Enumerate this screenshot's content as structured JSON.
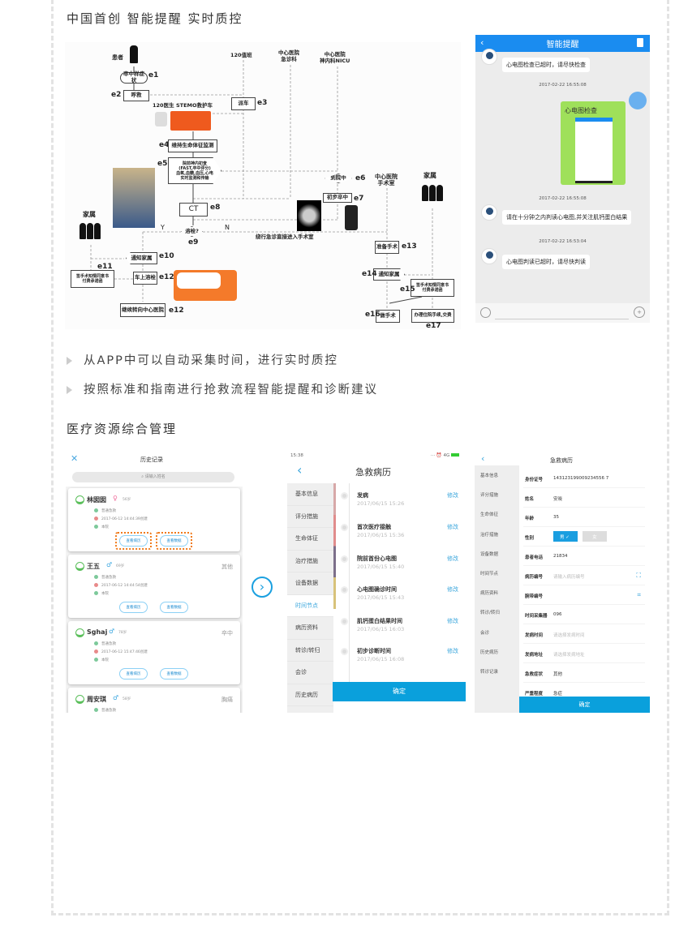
{
  "section1": {
    "title": "中国首创  智能提醒  实时质控"
  },
  "flowchart": {
    "patient": "患者",
    "symptom": "卒中样症状",
    "call": "呼救",
    "dispatch_desk": "120值班",
    "er": "中心医院\n急诊科",
    "nicu": "中心医院\n神内科NICU",
    "dispatch": "派车",
    "doctor": "120医生",
    "ambulance": "STEMO救护车",
    "monitor": "维持生命体征监测",
    "prehospital": "院前神内初查\n(FAST,卒中评分)\n血氧,血糖,血压,心电\n实时监测和传输",
    "arrive": "到院中",
    "initial": "初步卒中",
    "ct": "CT",
    "thrombolysis_q": "溶栓?",
    "yes": "Y",
    "no": "N",
    "bypass": "绕行急诊直接进入手术室",
    "or": "中心医院\n手术室",
    "family_left": "家属",
    "family_right": "家属",
    "notify_left": "通知家属",
    "consent_left": "签手术知情同意书\n付费承诺函",
    "onboard": "车上溶栓",
    "continue": "继续转向中心医院",
    "prepare": "准备手术",
    "notify_right": "通知家属",
    "consent_right": "签手术知情同意书\n付费承诺函",
    "surgery": "做手术",
    "admission": "办理住院手续,交费",
    "events": [
      "e1",
      "e2",
      "e3",
      "e4",
      "e5",
      "e6",
      "e7",
      "e8",
      "e9",
      "e10",
      "e11",
      "e12",
      "e13",
      "e14",
      "e15",
      "e16",
      "e17",
      "e12"
    ]
  },
  "chat": {
    "title": "智能提醒",
    "messages": [
      {
        "text": "心电图检查已超时，请尽快检查"
      },
      {
        "time": "2017-02-22 16:55:08",
        "text": "心电图检查",
        "self": true
      },
      {
        "time": "2017-02-22 16:55:08",
        "text": "请在十分钟之内判读心电图,并关注肌钙蛋白结果"
      },
      {
        "time": "2017-02-22 16:53:04",
        "text": "心电图判读已超时，请尽快判读"
      }
    ]
  },
  "bullets": [
    "从APP中可以自动采集时间，进行实时质控",
    "按照标准和指南进行抢救流程智能提醒和诊断建议"
  ],
  "section2": {
    "title": "医疗资源综合管理"
  },
  "history": {
    "title": "历史记录",
    "search_placeholder": "请输入姓名",
    "records": [
      {
        "name": "林囡囡",
        "gender": "♀",
        "age": "56岁",
        "type": "普通急救",
        "created": "2017-06-12 14:44:39创建",
        "hospital": "本院",
        "tag": "",
        "btn1": "查看病历",
        "btn2": "查看数据"
      },
      {
        "name": "王五",
        "gender": "♂",
        "age": "69岁",
        "type": "普通急救",
        "created": "2017-06-12 14:44:54创建",
        "hospital": "本院",
        "tag": "其他",
        "btn1": "查看病历",
        "btn2": "查看数据"
      },
      {
        "name": "Sghaj",
        "gender": "♂",
        "age": "78岁",
        "type": "普通急救",
        "created": "2017-06-12 15:47:46创建",
        "hospital": "本院",
        "tag": "卒中",
        "btn1": "查看病历",
        "btn2": "查看数据"
      },
      {
        "name": "周安琪",
        "gender": "♂",
        "age": "58岁",
        "type": "普通急救",
        "tag": "胸痛"
      }
    ]
  },
  "timeline": {
    "status_time": "15:38",
    "status_net": "4G",
    "title": "急救病历",
    "menu": [
      "基本信息",
      "评分措施",
      "生命体征",
      "治疗措施",
      "设备数据",
      "时间节点",
      "病历资料",
      "转诊/转归",
      "会诊",
      "历史病历"
    ],
    "active": "时间节点",
    "nodes": [
      {
        "title": "发病",
        "time": "2017/06/15 15:26",
        "edit": "修改"
      },
      {
        "title": "首次医疗接触",
        "time": "2017/06/15 15:36",
        "edit": "修改"
      },
      {
        "title": "院前首份心电图",
        "time": "2017/06/15  15:40",
        "edit": "修改"
      },
      {
        "title": "心电图确诊时间",
        "time": "2017/06/15 15:43",
        "edit": "修改"
      },
      {
        "title": "肌钙蛋白结果时间",
        "time": "2017/06/15 16:03",
        "edit": "修改"
      },
      {
        "title": "初步诊断时间",
        "time": "2017/06/15 16:08",
        "edit": "修改"
      }
    ],
    "confirm": "确定"
  },
  "record": {
    "title": "急救病历",
    "menu": [
      "基本信息",
      "评分措施",
      "生命体征",
      "治疗措施",
      "设备数据",
      "时间节点",
      "病历资料",
      "转诊/转归",
      "会诊",
      "历史病历",
      "转诊记录"
    ],
    "fields": [
      {
        "k": "身份证号",
        "v": "143123199009234556 7"
      },
      {
        "k": "姓名",
        "v": "安晓"
      },
      {
        "k": "年龄",
        "v": "35"
      },
      {
        "k": "性别",
        "male": "男",
        "female": "女"
      },
      {
        "k": "患者电话",
        "v": "21834"
      },
      {
        "k": "病历编号",
        "placeholder": "请输入病历编号"
      },
      {
        "k": "腕带编号",
        "v": ""
      },
      {
        "k": "时间采集器",
        "v": "096"
      },
      {
        "k": "发病时间",
        "placeholder": "请选择发病时间"
      },
      {
        "k": "发病地址",
        "placeholder": "请选择发病地址"
      },
      {
        "k": "急救症状",
        "v": "其他"
      },
      {
        "k": "严重程度",
        "v": "急症"
      }
    ],
    "confirm": "确定"
  },
  "colors": {
    "blue": "#1a8cf0",
    "confirm": "#0aa0dc",
    "green_bubble": "#9fe05a",
    "orange": "#f07a1a"
  }
}
